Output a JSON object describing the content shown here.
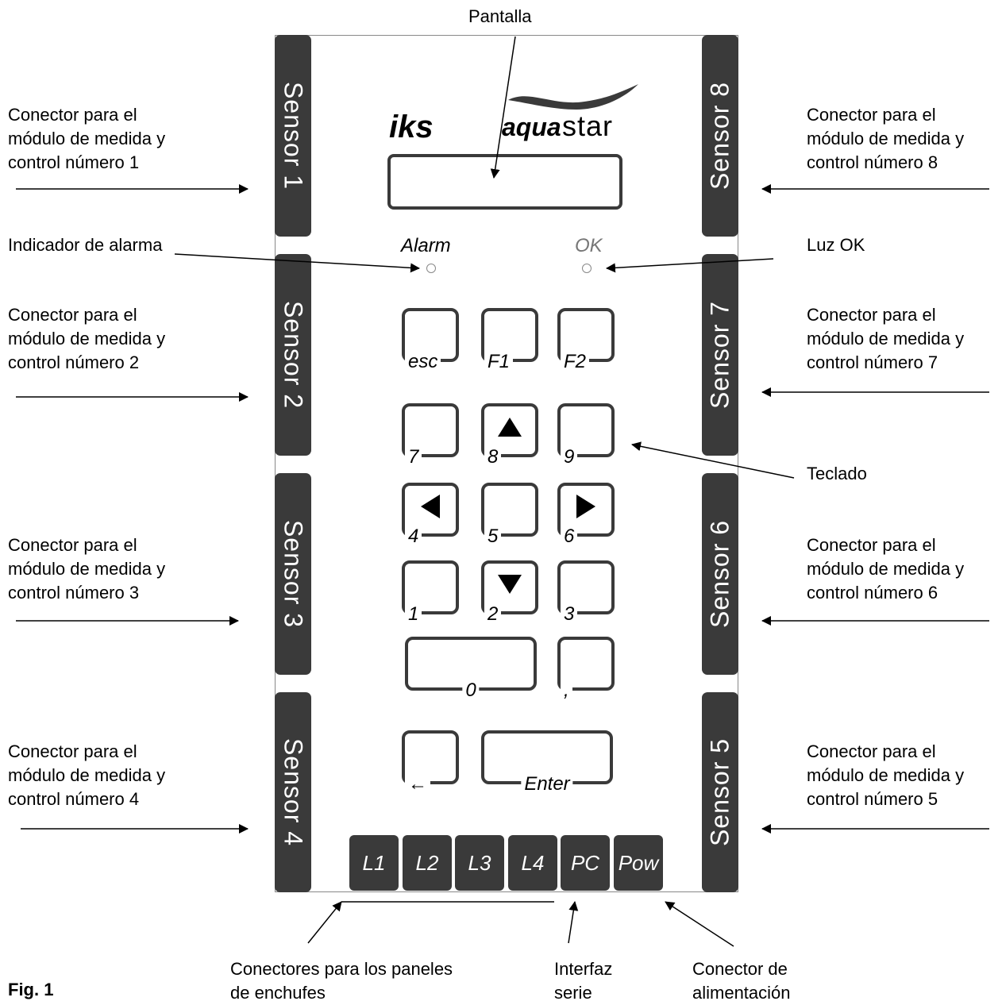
{
  "title": "Pantalla",
  "figure_label": "Fig. 1",
  "brand": {
    "left": "iks",
    "right_bold": "aqua",
    "right_light": "star"
  },
  "indicators": {
    "alarm": "Alarm",
    "ok": "OK"
  },
  "sensors": [
    {
      "id": "sensor1",
      "label": "Sensor 1",
      "side": "left"
    },
    {
      "id": "sensor2",
      "label": "Sensor 2",
      "side": "left"
    },
    {
      "id": "sensor3",
      "label": "Sensor 3",
      "side": "left"
    },
    {
      "id": "sensor4",
      "label": "Sensor 4",
      "side": "left"
    },
    {
      "id": "sensor5",
      "label": "Sensor 5",
      "side": "right"
    },
    {
      "id": "sensor6",
      "label": "Sensor 6",
      "side": "right"
    },
    {
      "id": "sensor7",
      "label": "Sensor 7",
      "side": "right"
    },
    {
      "id": "sensor8",
      "label": "Sensor 8",
      "side": "right"
    }
  ],
  "keys": {
    "esc": "esc",
    "f1": "F1",
    "f2": "F2",
    "k7": "7",
    "k8": "8",
    "k9": "9",
    "k4": "4",
    "k5": "5",
    "k6": "6",
    "k1": "1",
    "k2": "2",
    "k3": "3",
    "k0": "0",
    "comma": ",",
    "back": "←",
    "enter": "Enter"
  },
  "ports": [
    "L1",
    "L2",
    "L3",
    "L4",
    "PC",
    "Pow"
  ],
  "annotations": {
    "conn1": "Conector para el\nmódulo de medida y\ncontrol número 1",
    "conn2": "Conector para el\nmódulo de medida y\ncontrol número 2",
    "conn3": "Conector para el\nmódulo de medida y\ncontrol número 3",
    "conn4": "Conector para el\nmódulo de medida y\ncontrol número 4",
    "conn5": "Conector para el\nmódulo de medida y\ncontrol número 5",
    "conn6": "Conector para el\nmódulo de medida y\ncontrol número 6",
    "conn7": "Conector para el\nmódulo de medida y\ncontrol número 7",
    "conn8": "Conector para el\nmódulo de medida y\ncontrol número 8",
    "alarm": "Indicador de alarma",
    "ok": "Luz OK",
    "keyboard": "Teclado",
    "plugs": "Conectores para los paneles\nde enchufes",
    "serial": "Interfaz\nserie",
    "power": "Conector de\nalimentación"
  }
}
